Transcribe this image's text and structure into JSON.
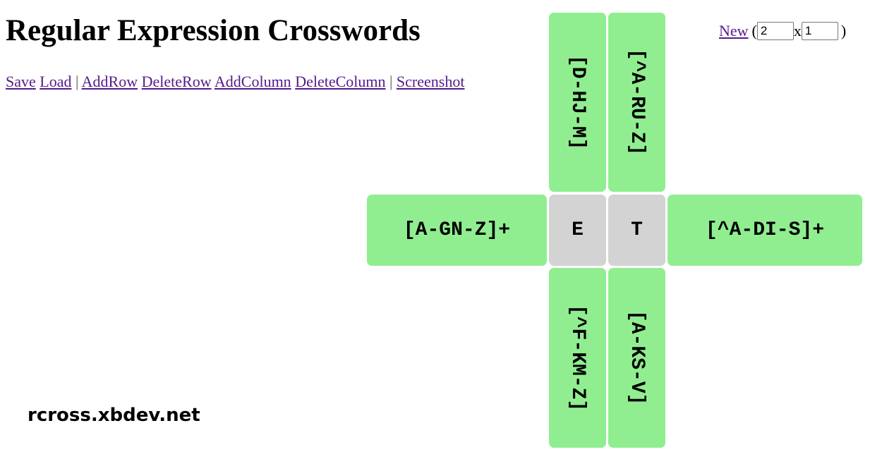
{
  "header": {
    "title": "Regular Expression Crosswords"
  },
  "toolbar": {
    "save": "Save",
    "load": "Load",
    "sep1": "|",
    "add_row": "AddRow",
    "delete_row": "DeleteRow",
    "add_column": "AddColumn",
    "delete_column": "DeleteColumn",
    "sep2": "|",
    "screenshot": "Screenshot"
  },
  "new_puzzle": {
    "label": "New",
    "open_paren": "(",
    "width": "2",
    "times": "x",
    "height": "1",
    "close_paren": ")"
  },
  "puzzle": {
    "column_clues_top": [
      "[D-HJ-M]",
      "[^A-RU-Z]"
    ],
    "column_clues_bottom": [
      "[^F-KM-Z]",
      "[A-KS-V]"
    ],
    "row_clues_left": [
      "[A-GN-Z]+"
    ],
    "row_clues_right": [
      "[^A-DI-S]+"
    ],
    "cells": [
      [
        "E",
        "T"
      ]
    ]
  },
  "footer": {
    "watermark": "rcross.xbdev.net"
  }
}
